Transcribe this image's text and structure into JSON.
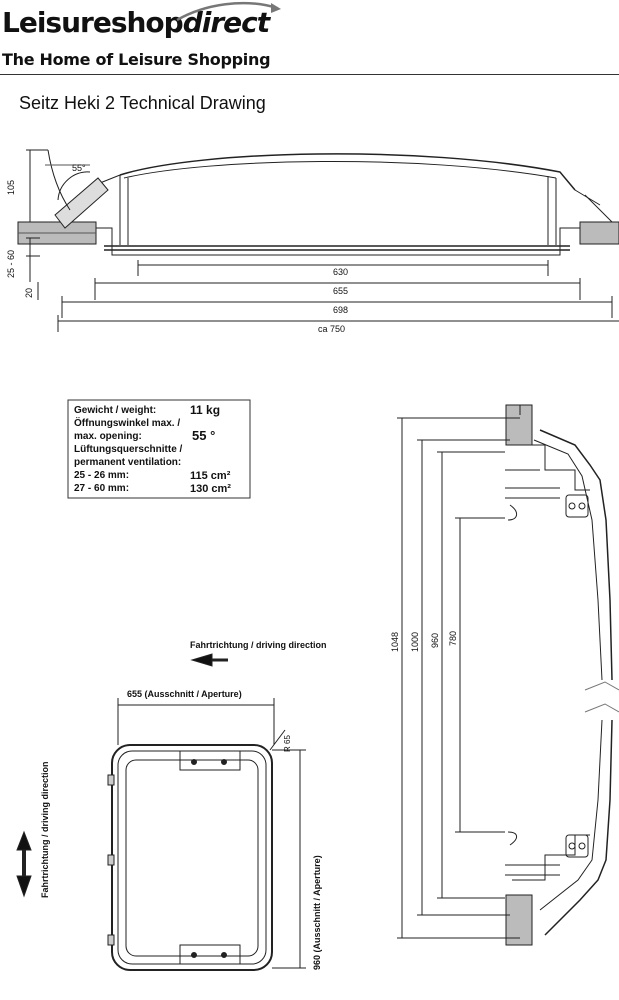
{
  "header": {
    "brand_main": "Leisureshop",
    "brand_accent": "direct",
    "tagline": "The Home of Leisure Shopping"
  },
  "page_title": "Seitz Heki 2 Technical Drawing",
  "side_section": {
    "dim_height_top": "105",
    "dim_roof_range": "25 - 60",
    "dim_20": "20",
    "dim_angle": "55°",
    "dim_630": "630",
    "dim_655": "655",
    "dim_698": "698",
    "dim_750": "ca 750"
  },
  "spec_table": {
    "rows": [
      {
        "label": "Gewicht / weight:",
        "value": "11 kg"
      },
      {
        "label": "Öffnungswinkel max. /",
        "value": ""
      },
      {
        "label": "max. opening:",
        "value": "55 °"
      },
      {
        "label": "Lüftungsquerschnitte /",
        "value": ""
      },
      {
        "label": "permanent ventilation:",
        "value": ""
      },
      {
        "label": "25 - 26 mm:",
        "value": "115 cm²"
      },
      {
        "label": "27 - 60 mm:",
        "value": "130 cm²"
      }
    ]
  },
  "plan_view": {
    "driving_direction": "Fahrtrichtung / driving direction",
    "width_label": "655  (Ausschnitt / Aperture)",
    "radius_label": "R 65",
    "height_label": "960  (Ausschnitt / Aperture)",
    "side_direction": "Fahrtrichtung / driving direction"
  },
  "long_section": {
    "dim_1048": "1048",
    "dim_1000": "1000",
    "dim_960": "960",
    "dim_780": "780"
  }
}
